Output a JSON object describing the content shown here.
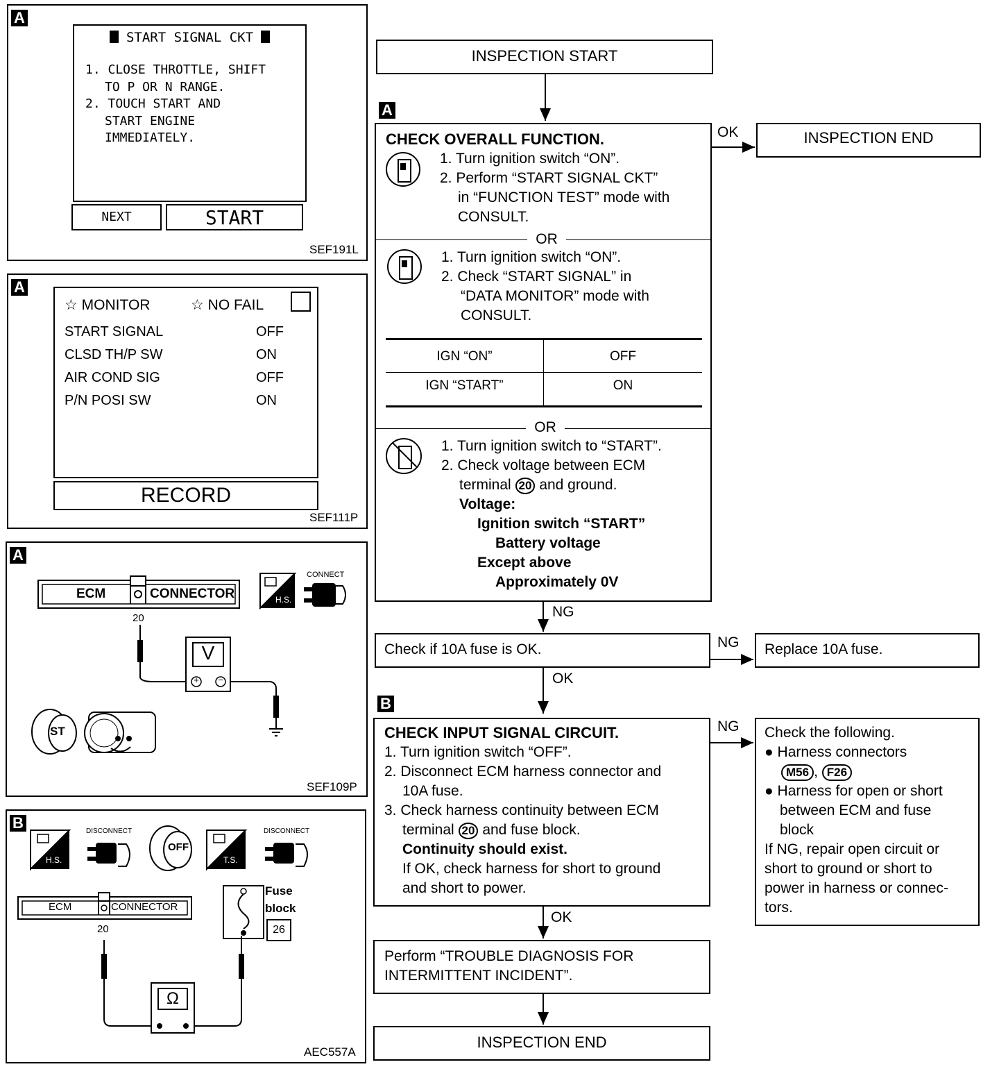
{
  "panel1": {
    "tag": "A",
    "screen_title": "START SIGNAL CKT",
    "steps": [
      "1. CLOSE THROTTLE, SHIFT",
      "TO P OR N RANGE.",
      "2. TOUCH START AND",
      "START ENGINE",
      "IMMEDIATELY."
    ],
    "next_label": "NEXT",
    "start_label": "START",
    "code": "SEF191L"
  },
  "panel2": {
    "tag": "A",
    "monitor_label": "MONITOR",
    "nofail_label": "NO  FAIL",
    "rows": [
      {
        "name": "START SIGNAL",
        "value": "OFF"
      },
      {
        "name": "CLSD TH/P SW",
        "value": "ON"
      },
      {
        "name": "AIR COND SIG",
        "value": "OFF"
      },
      {
        "name": "P/N POSI SW",
        "value": "ON"
      }
    ],
    "record_label": "RECORD",
    "code": "SEF111P"
  },
  "panel3": {
    "tag": "A",
    "ecm_label": "ECM",
    "connector_label": "CONNECTOR",
    "hs_label": "H.S.",
    "connect_label": "CONNECT",
    "terminal": "20",
    "meter": "V",
    "key_label": "ST",
    "code": "SEF109P"
  },
  "panel4": {
    "tag": "B",
    "hs_label": "H.S.",
    "ts_label": "T.S.",
    "disconnect_label_1": "DISCONNECT",
    "disconnect_label_2": "DISCONNECT",
    "off_label": "OFF",
    "ecm_label": "ECM",
    "connector_label": "CONNECTOR",
    "terminal": "20",
    "fuse_label_1": "Fuse",
    "fuse_label_2": "block",
    "fuse_number": "26",
    "meter": "Ω",
    "code": "AEC557A"
  },
  "flow": {
    "inspection_start": "INSPECTION START",
    "tag_a": "A",
    "tag_b": "B",
    "ok_1": "OK",
    "inspection_end_1": "INSPECTION END",
    "check1": {
      "title": "CHECK OVERALL FUNCTION.",
      "consult_a": [
        "1. Turn ignition switch “ON”.",
        "2. Perform “START SIGNAL CKT”",
        "in “FUNCTION TEST” mode with",
        "CONSULT."
      ],
      "or_1": "OR",
      "consult_b": [
        "1. Turn ignition switch “ON”.",
        "2. Check “START SIGNAL” in",
        "“DATA MONITOR” mode with",
        "CONSULT."
      ],
      "table": [
        {
          "cond": "IGN “ON”",
          "val": "OFF"
        },
        {
          "cond": "IGN “START”",
          "val": "ON"
        }
      ],
      "or_2": "OR",
      "manual": [
        "1. Turn ignition switch to “START”.",
        "2. Check voltage between ECM"
      ],
      "manual_l3_a": "terminal",
      "manual_l3_num": "20",
      "manual_l3_b": "and ground.",
      "voltage_label": "Voltage:",
      "v1": "Ignition switch “START”",
      "v2": "Battery voltage",
      "v3": "Except above",
      "v4": "Approximately 0V"
    },
    "ng_1": "NG",
    "fuse_check": "Check if 10A fuse is OK.",
    "ng_2": "NG",
    "replace_fuse": "Replace 10A fuse.",
    "ok_2": "OK",
    "check2": {
      "title": "CHECK INPUT SIGNAL CIRCUIT.",
      "l1": "1. Turn ignition switch “OFF”.",
      "l2": "2. Disconnect ECM harness connector and",
      "l3": "10A fuse.",
      "l4": "3. Check harness continuity between ECM",
      "l5a": "terminal",
      "l5num": "20",
      "l5b": "and fuse block.",
      "l6": "Continuity should exist.",
      "l7": "If OK, check harness for short to ground",
      "l8": "and short to power."
    },
    "ng_3": "NG",
    "check_following": {
      "title": "Check the following.",
      "b1": "Harness connectors",
      "c1": "M56",
      "comma": ",",
      "c2": "F26",
      "b2a": "Harness for open or short",
      "b2b": "between ECM and fuse",
      "b2c": "block",
      "r1": "If NG, repair open circuit or",
      "r2": "short to ground or short to",
      "r3": "power in harness or connec-",
      "r4": "tors."
    },
    "ok_3": "OK",
    "perform_1": "Perform “TROUBLE DIAGNOSIS FOR",
    "perform_2": "INTERMITTENT INCIDENT”.",
    "inspection_end_2": "INSPECTION END"
  }
}
